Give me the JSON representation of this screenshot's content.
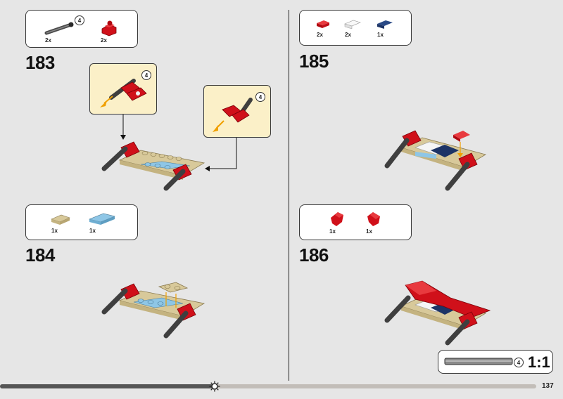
{
  "steps": [
    {
      "number": "183",
      "parts": [
        {
          "qty": "2x",
          "name": "axle-with-stop",
          "size": "4"
        },
        {
          "qty": "2x",
          "name": "red-axle-connector"
        }
      ],
      "callouts": [
        "4",
        "4"
      ]
    },
    {
      "number": "184",
      "parts": [
        {
          "qty": "1x",
          "name": "tan-plate-1x2"
        },
        {
          "qty": "1x",
          "name": "light-blue-plate-1x3"
        }
      ]
    },
    {
      "number": "185",
      "parts": [
        {
          "qty": "2x",
          "name": "red-tile-1x1"
        },
        {
          "qty": "2x",
          "name": "white-slope"
        },
        {
          "qty": "1x",
          "name": "dark-blue-slope"
        }
      ]
    },
    {
      "number": "186",
      "parts": [
        {
          "qty": "1x",
          "name": "red-wing-left"
        },
        {
          "qty": "1x",
          "name": "red-wing-right"
        }
      ]
    }
  ],
  "scale_reference": {
    "size": "4",
    "label": "1:1"
  },
  "page_number": "137",
  "progress": {
    "fraction": 0.4
  },
  "colors": {
    "red": "#d0101a",
    "tan": "#d8c99a",
    "light_blue": "#8ec6e6",
    "dark_blue": "#1d3466",
    "callout_bg": "#fbf0c8",
    "axle_grey": "#555555"
  }
}
